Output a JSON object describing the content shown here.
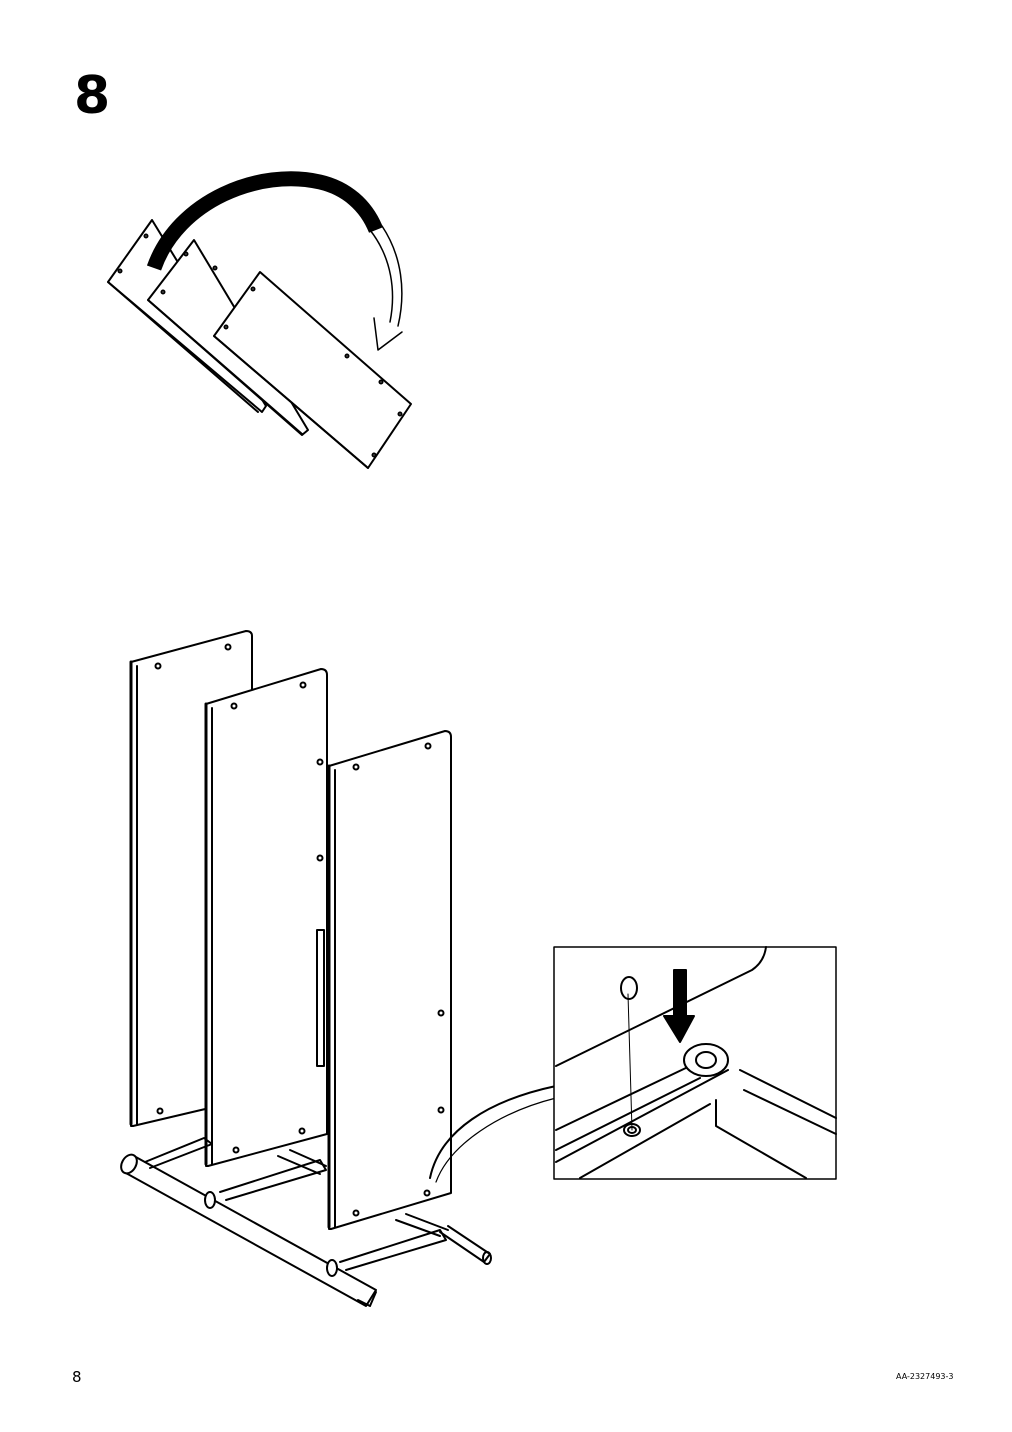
{
  "step": {
    "number": "8"
  },
  "footer": {
    "page_number": "8",
    "doc_code": "AA-2327493-3"
  },
  "illustrations": {
    "flip_panels": {
      "icon": "rotate-arrow-icon",
      "panel_count": 3
    },
    "assemble_panels": {
      "icon": "down-arrow-icon",
      "panel_count": 3,
      "detail_callout": "zoom-detail-icon"
    }
  },
  "colors": {
    "ink": "#000000",
    "paper": "#ffffff"
  }
}
